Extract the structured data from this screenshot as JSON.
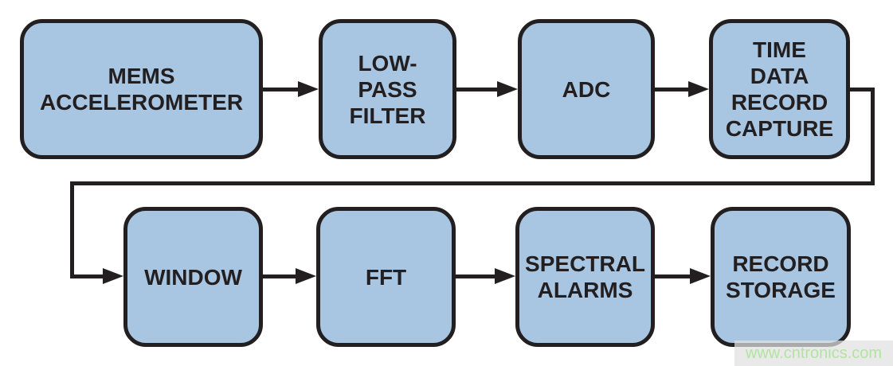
{
  "diagram": {
    "type": "flow-block-diagram",
    "background": "#ffffff",
    "blocks": [
      {
        "id": "mems-accelerometer",
        "label": "MEMS\nACCELEROMETER"
      },
      {
        "id": "low-pass-filter",
        "label": "LOW-\nPASS\nFILTER"
      },
      {
        "id": "adc",
        "label": "ADC"
      },
      {
        "id": "time-data-record-capture",
        "label": "TIME\nDATA\nRECORD\nCAPTURE"
      },
      {
        "id": "window",
        "label": "WINDOW"
      },
      {
        "id": "fft",
        "label": "FFT"
      },
      {
        "id": "spectral-alarms",
        "label": "SPECTRAL\nALARMS"
      },
      {
        "id": "record-storage",
        "label": "RECORD\nSTORAGE"
      }
    ],
    "connections": [
      {
        "from": "mems-accelerometer",
        "to": "low-pass-filter"
      },
      {
        "from": "low-pass-filter",
        "to": "adc"
      },
      {
        "from": "adc",
        "to": "time-data-record-capture"
      },
      {
        "from": "time-data-record-capture",
        "to": "window"
      },
      {
        "from": "window",
        "to": "fft"
      },
      {
        "from": "fft",
        "to": "spectral-alarms"
      },
      {
        "from": "spectral-alarms",
        "to": "record-storage"
      }
    ],
    "colors": {
      "block_fill": "#a8c6e2",
      "block_border": "#231f20",
      "block_text": "#231f20",
      "arrow": "#231f20",
      "watermark_text": "#b3e3a3",
      "watermark_band": "#e0e0e0"
    },
    "watermark": {
      "text": "www.cntronics.com"
    }
  }
}
